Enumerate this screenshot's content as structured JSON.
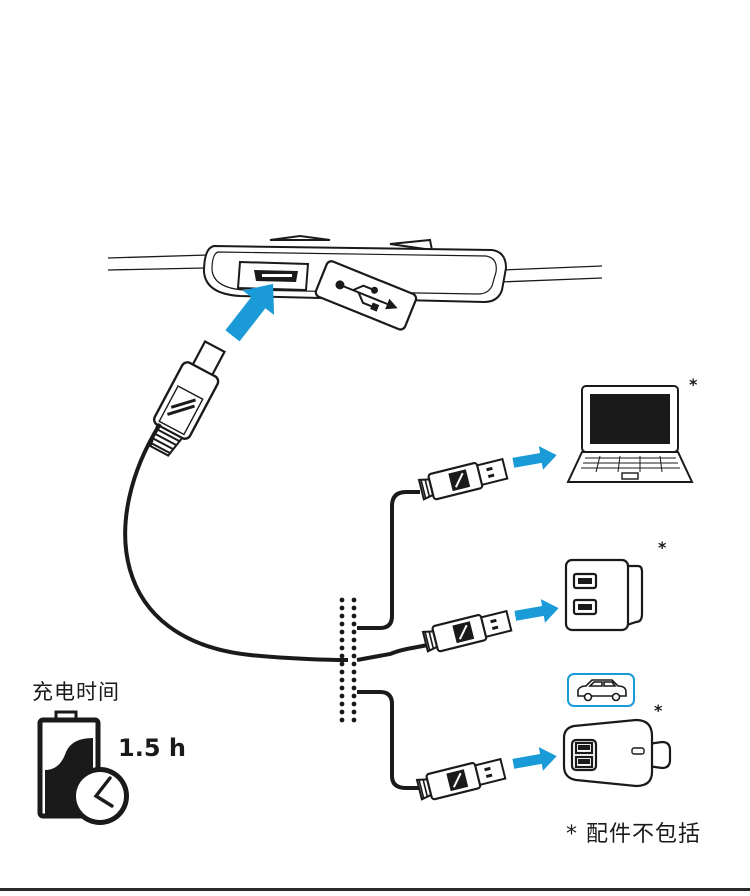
{
  "charge": {
    "label": "充电时间",
    "duration": "1.5 h"
  },
  "footnote": "* 配件不包括",
  "marks": {
    "not_included": "*"
  },
  "colors": {
    "arrow": "#1a9ad6",
    "line": "#1a1a1a",
    "car_badge_border": "#1a9ad6",
    "screen": "#1a1a1a"
  },
  "icons": [
    "headset-control-unit",
    "micro-usb-plug",
    "usb-plug",
    "usb-logo-icon",
    "laptop-icon",
    "wall-charger-icon",
    "car-charger-icon",
    "car-icon",
    "battery-icon",
    "clock-icon"
  ]
}
